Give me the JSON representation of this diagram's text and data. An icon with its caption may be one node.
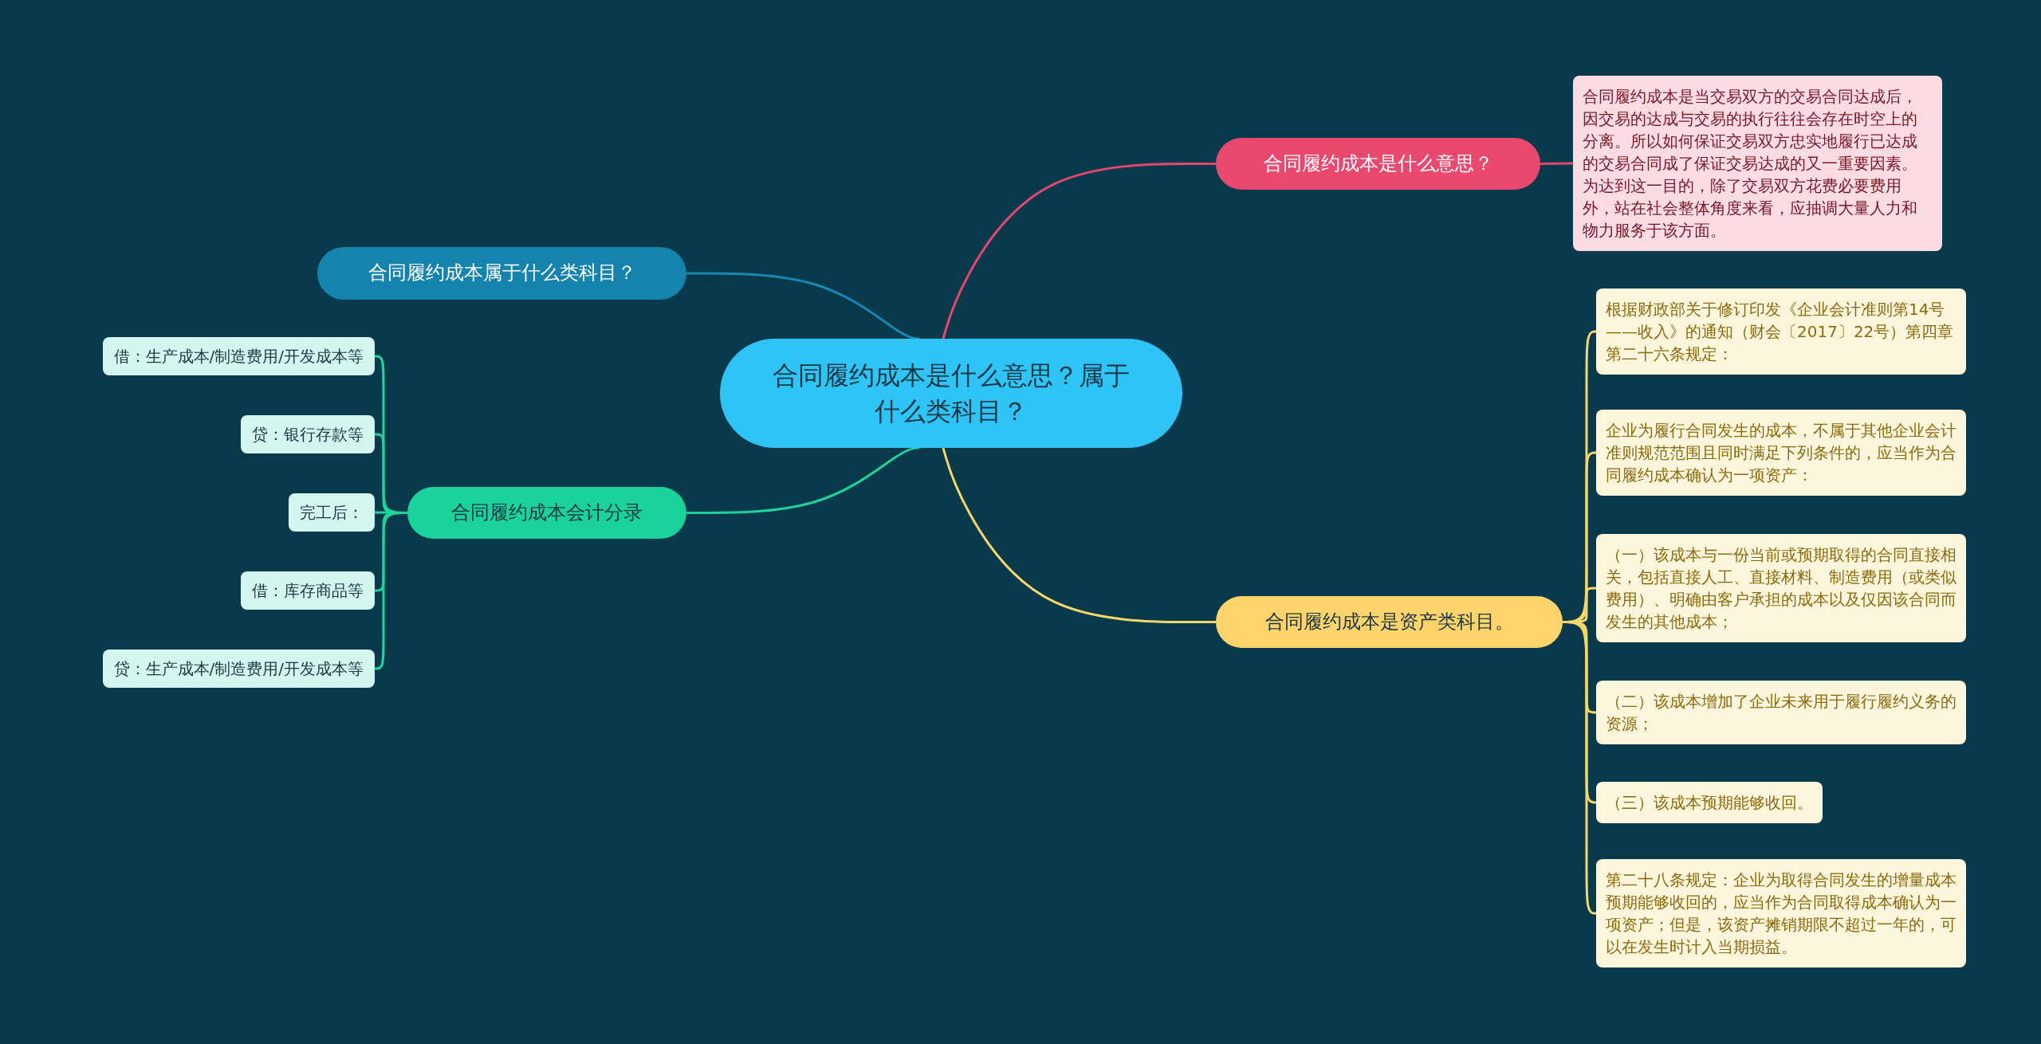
{
  "diagram": {
    "nodes": [
      {
        "text": [
          "合同履约成本是什么意思？属于什么类科目？"
        ]
      },
      {
        "text": [
          "合同履约成本是什么意思？"
        ]
      },
      {
        "text": [
          "合同履约成本是当交易双方的交易合同达成后，因交易的达成与交易的执行往往会存在时空上的分离。所以如何保证交易双方忠实地履行已达成的交易合同成了保证交易达成的又一重要因素。为达到这一目的，除了交易双方花费必要费用外，站在社会整体角度来看，应抽调大量人力和物力服务于该方面。"
        ]
      },
      {
        "text": [
          "合同履约成本属于什么类科目？"
        ]
      },
      {
        "text": [
          "合同履约成本会计分录"
        ]
      },
      {
        "text": [
          "借：生产成本/制造费用/开发成本等"
        ]
      },
      {
        "text": [
          "贷：银行存款等"
        ]
      },
      {
        "text": [
          "完工后："
        ]
      },
      {
        "text": [
          "借：库存商品等"
        ]
      },
      {
        "text": [
          "贷：生产成本/制造费用/开发成本等"
        ]
      },
      {
        "text": [
          "合同履约成本是资产类科目。"
        ]
      },
      {
        "text": [
          "根据财政部关于修订印发《企业会计准则第14号——收入》的通知（财会〔2017〕22号）第四章第二十六条规定："
        ]
      },
      {
        "text": [
          "企业为履行合同发生的成本，不属于其他企业会计准则规范范围且同时满足下列条件的，应当作为合同履约成本确认为一项资产："
        ]
      },
      {
        "text": [
          "（一）该成本与一份当前或预期取得的合同直接相关，包括直接人工、直接材料、制造费用（或类似费用）、明确由客户承担的成本以及仅因该合同而发生的其他成本；"
        ]
      },
      {
        "text": [
          "（二）该成本增加了企业未来用于履行履约义务的资源；"
        ]
      },
      {
        "text": [
          "（三）该成本预期能够收回。"
        ]
      },
      {
        "text": [
          "第二十八条规定：企业为取得合同发生的增量成本预期能够收回的，应当作为合同取得成本确认为一项资产；但是，该资产摊销期限不超过一年的，可以在发生时计入当期损益。"
        ]
      }
    ],
    "edges": [
      {
        "from": 0,
        "to": 1,
        "arrow": "none",
        "color": "#e5466f"
      },
      {
        "from": 1,
        "to": 2,
        "arrow": "none",
        "color": "#e5466f"
      },
      {
        "from": 0,
        "to": 3,
        "arrow": "none",
        "color": "#1a86b3"
      },
      {
        "from": 0,
        "to": 4,
        "arrow": "none",
        "color": "#1fd39b"
      },
      {
        "from": 4,
        "to": 5,
        "arrow": "none",
        "color": "#1fd39b"
      },
      {
        "from": 4,
        "to": 6,
        "arrow": "none",
        "color": "#1fd39b"
      },
      {
        "from": 4,
        "to": 7,
        "arrow": "none",
        "color": "#1fd39b"
      },
      {
        "from": 4,
        "to": 8,
        "arrow": "none",
        "color": "#1fd39b"
      },
      {
        "from": 4,
        "to": 9,
        "arrow": "none",
        "color": "#1fd39b"
      },
      {
        "from": 0,
        "to": 10,
        "arrow": "none",
        "color": "#f7d66c"
      },
      {
        "from": 10,
        "to": 11,
        "arrow": "none",
        "color": "#f7d66c"
      },
      {
        "from": 10,
        "to": 12,
        "arrow": "none",
        "color": "#f7d66c"
      },
      {
        "from": 10,
        "to": 13,
        "arrow": "none",
        "color": "#f7d66c"
      },
      {
        "from": 10,
        "to": 14,
        "arrow": "none",
        "color": "#f7d66c"
      },
      {
        "from": 10,
        "to": 15,
        "arrow": "none",
        "color": "#f7d66c"
      },
      {
        "from": 10,
        "to": 16,
        "arrow": "none",
        "color": "#f7d66c"
      }
    ]
  }
}
